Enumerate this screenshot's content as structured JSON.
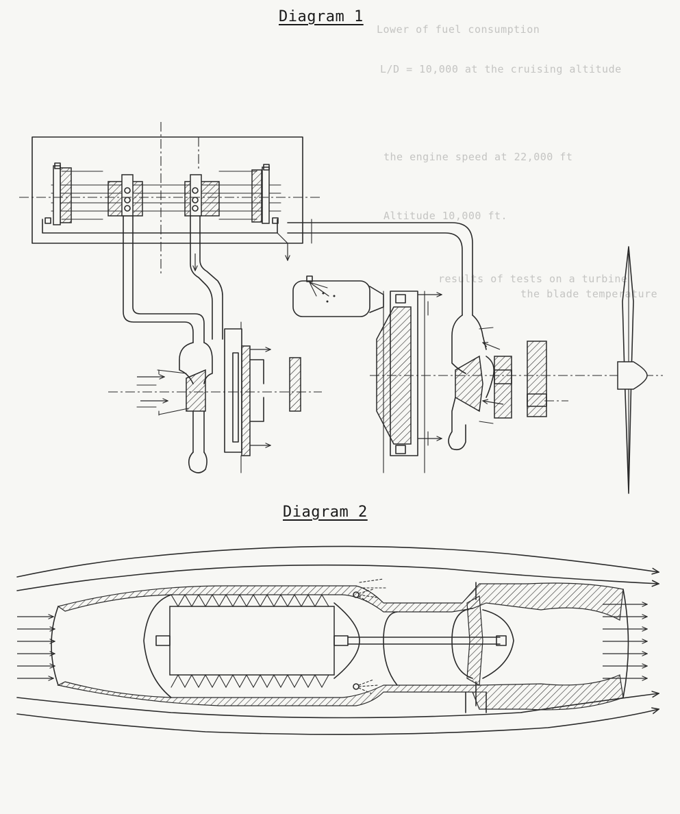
{
  "diagram1": {
    "caption": "Diagram 1"
  },
  "diagram2": {
    "caption": "Diagram 2"
  },
  "bleed_through_lines": [
    "Lower of fuel consumption",
    "L/D = 10,000 at the cruising altitude",
    "the engine speed at 22,000 ft",
    "Altitude 10,000 ft.",
    "results of tests on a turbine",
    "the blade temperature"
  ]
}
